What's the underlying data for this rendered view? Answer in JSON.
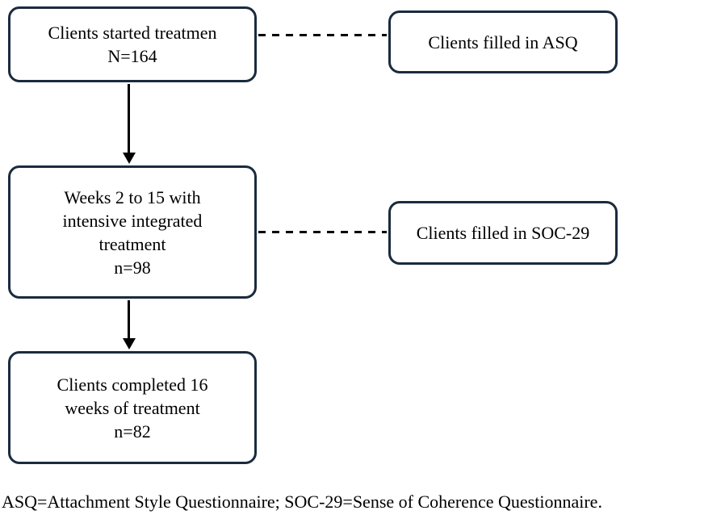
{
  "flowchart": {
    "box_started": {
      "line1": "Clients started treatmen",
      "line2": "N=164"
    },
    "box_asq": {
      "line1": "Clients filled in ASQ"
    },
    "box_weeks": {
      "line1": "Weeks 2 to 15 with",
      "line2": "intensive integrated",
      "line3": "treatment",
      "line4": "n=98"
    },
    "box_soc": {
      "line1": "Clients filled in SOC-29"
    },
    "box_completed": {
      "line1": "Clients completed 16",
      "line2": "weeks of treatment",
      "line3": "n=82"
    },
    "footnote": "ASQ=Attachment Style Questionnaire; SOC-29=Sense of Coherence Questionnaire."
  },
  "colors": {
    "box_border": "#1b2b3e",
    "arrow": "#000000",
    "text": "#000000",
    "background": "#ffffff"
  }
}
